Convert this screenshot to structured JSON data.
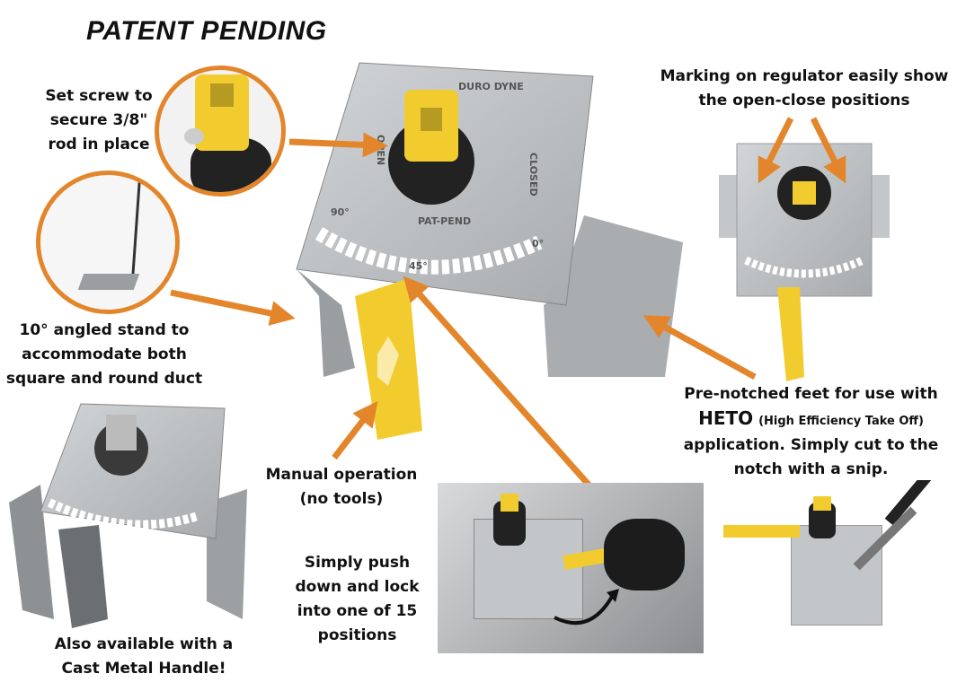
{
  "title": "PATENT PENDING",
  "callouts": {
    "set_screw": [
      "Set screw to",
      "secure 3/8\"",
      "rod in place"
    ],
    "angled_stand": [
      "10° angled stand to",
      "accommodate both",
      "square and round duct"
    ],
    "marking": [
      "Marking on regulator easily show",
      "the open-close positions"
    ],
    "heto": {
      "line1": "Pre-notched feet for use with",
      "heto_bold": "HETO",
      "heto_paren": "(High Efficiency Take Off)",
      "line3": "application. Simply cut to the",
      "line4": "notch with a snip."
    },
    "manual": [
      "Manual operation",
      "(no tools)"
    ],
    "push_lock": [
      "Simply push",
      "down and lock",
      "into one of 15",
      "positions"
    ],
    "cast_metal": [
      "Also available with a",
      "Cast Metal Handle!"
    ]
  },
  "product_markings": {
    "open": "OPEN",
    "closed": "CLOSED",
    "deg90": "90°",
    "deg45": "45°",
    "deg0": "0°",
    "pat_pend": "PAT-PEND",
    "brand": "DURO DYNE"
  },
  "colors": {
    "accent": "#E3862B",
    "handle": "#F2CC2E",
    "metal": "#B9BDC0"
  }
}
